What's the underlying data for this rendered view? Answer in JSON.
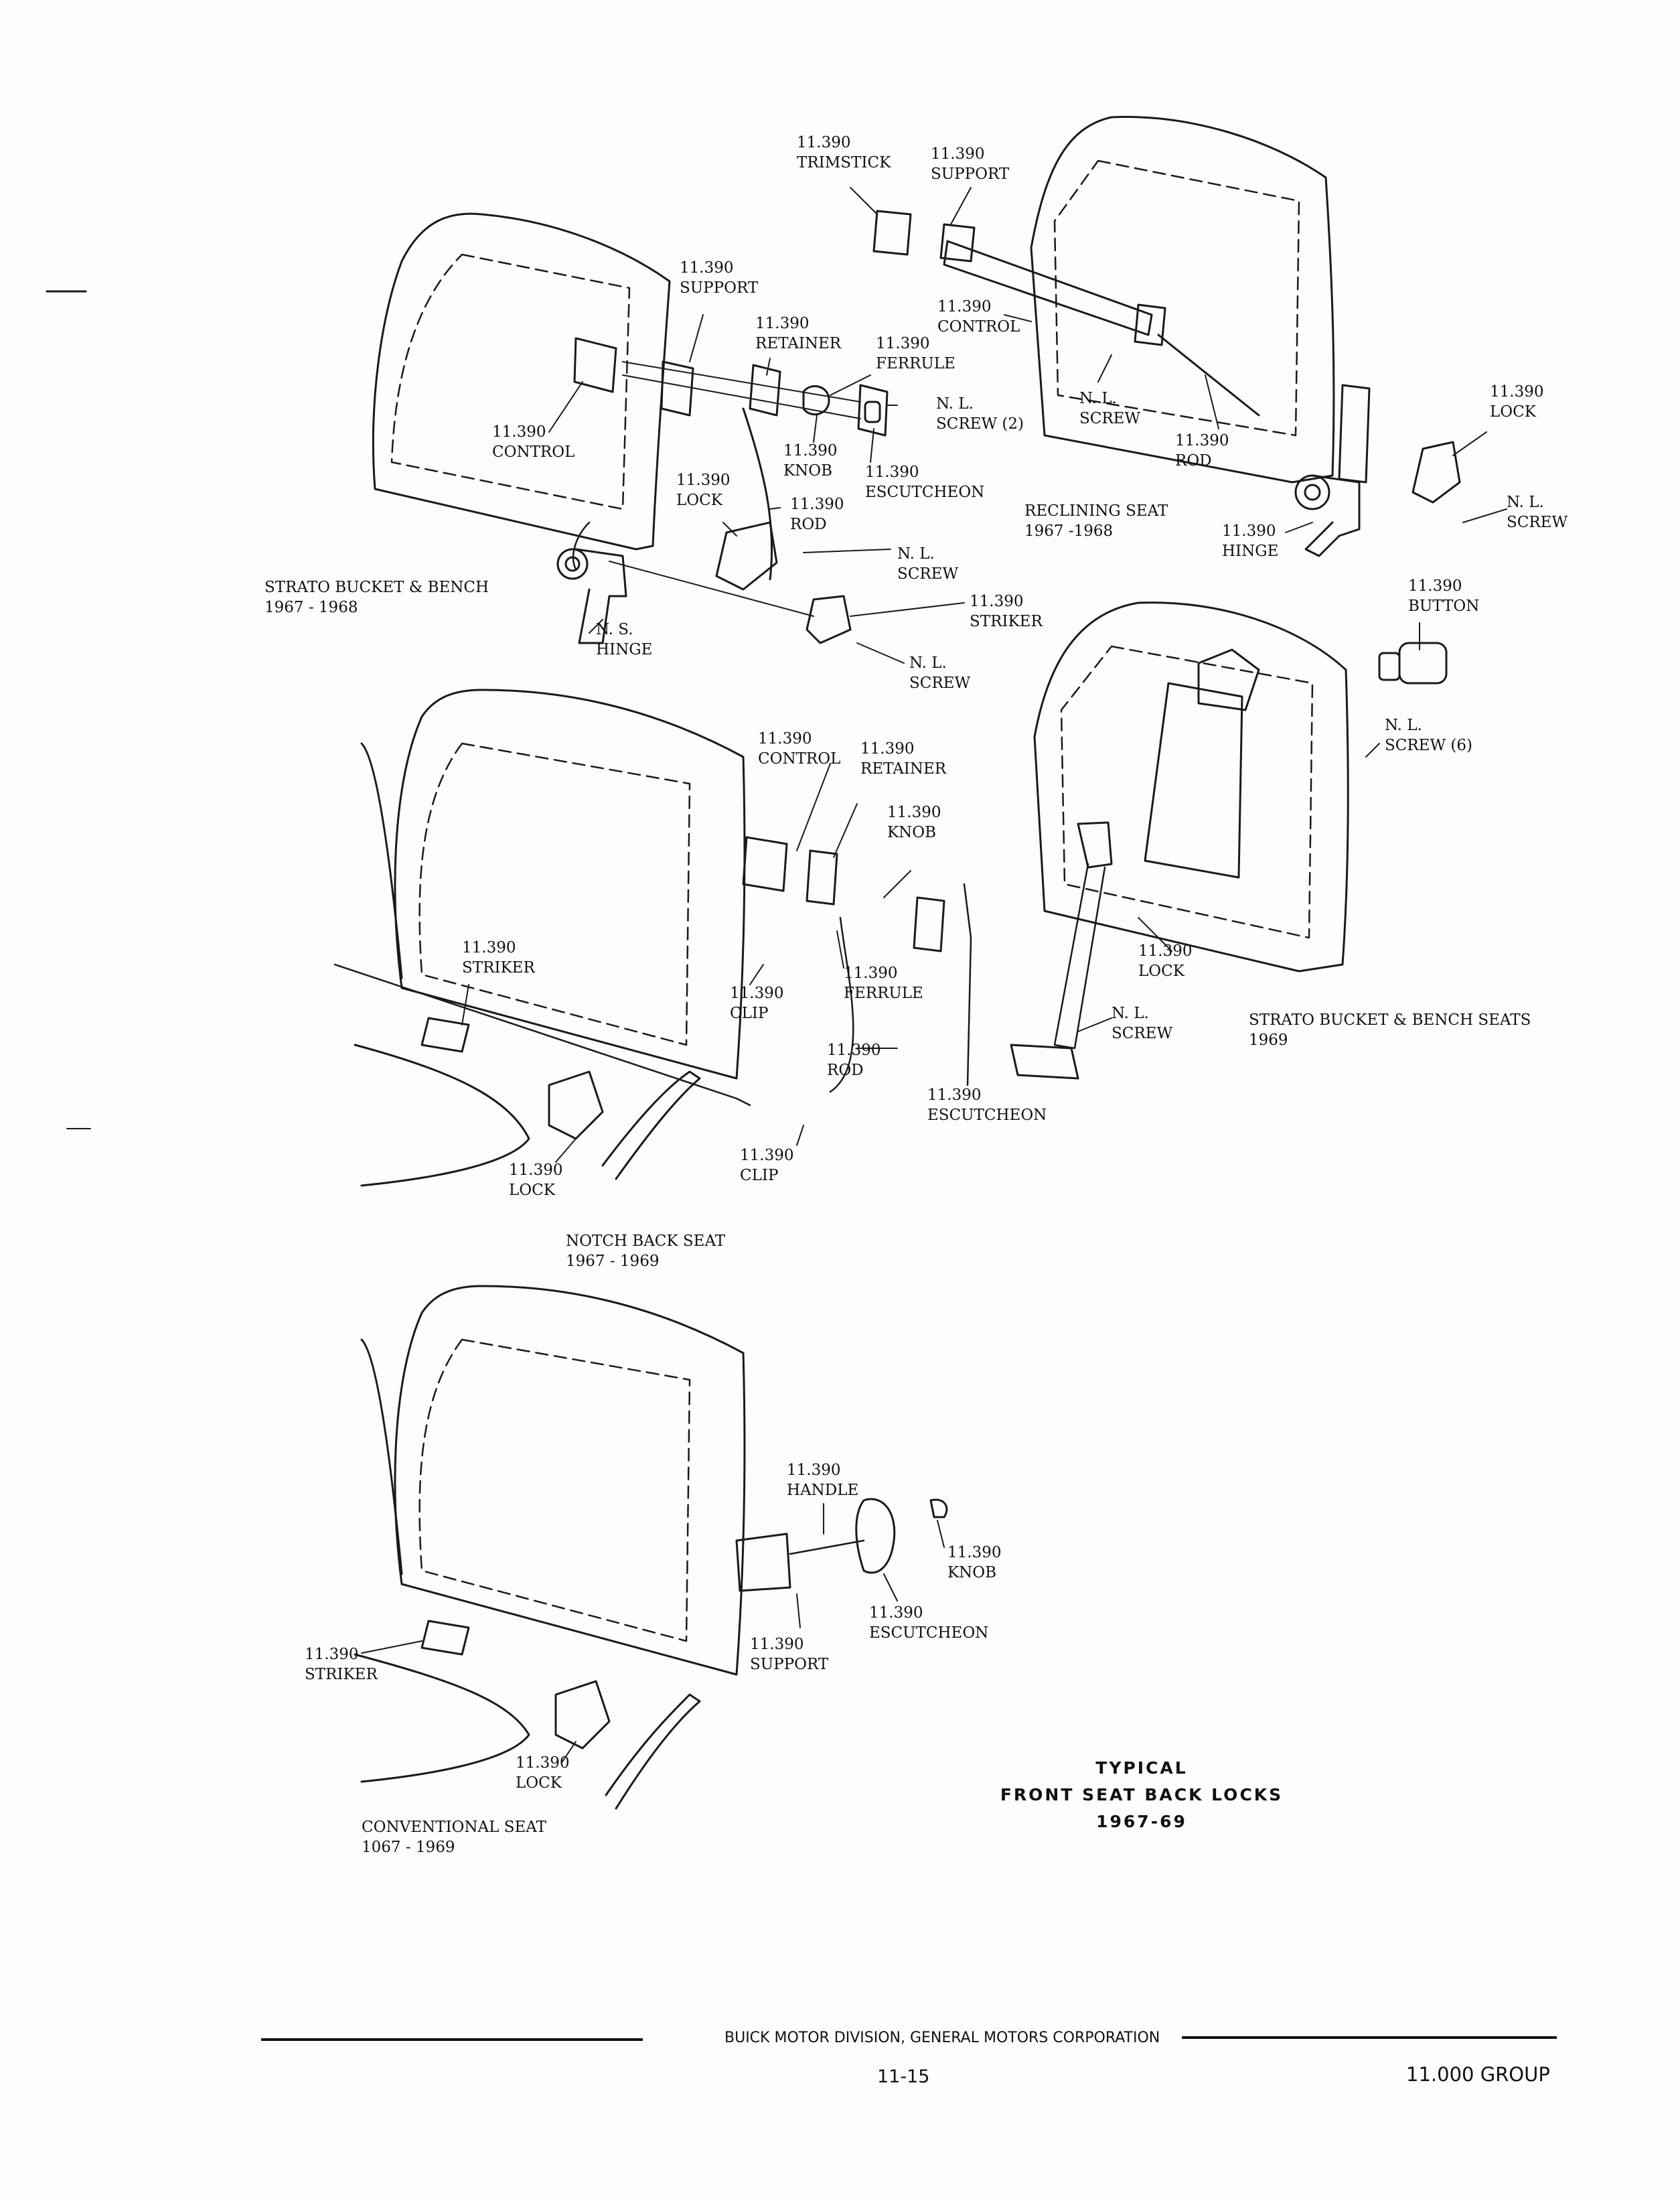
{
  "labels": {
    "trimstick": {
      "num": "11.390",
      "name": "TRIMSTICK"
    },
    "support_rec": {
      "num": "11.390",
      "name": "SUPPORT"
    },
    "control_rec": {
      "num": "11.390",
      "name": "CONTROL"
    },
    "lock_rec": {
      "num": "11.390",
      "name": "LOCK"
    },
    "nl_screw_rec_a": {
      "a": "N. L.",
      "b": "SCREW"
    },
    "rod_rec": {
      "num": "11.390",
      "name": "ROD"
    },
    "nl_screw_rec_b": {
      "a": "N. L.",
      "b": "SCREW"
    },
    "hinge_rec": {
      "num": "11.390",
      "name": "HINGE"
    },
    "reclining_caption": {
      "a": "RECLINING SEAT",
      "b": "1967 -1968"
    },
    "support_sb": {
      "num": "11.390",
      "name": "SUPPORT"
    },
    "retainer_sb": {
      "num": "11.390",
      "name": "RETAINER"
    },
    "ferrule_sb": {
      "num": "11.390",
      "name": "FERRULE"
    },
    "nl_screw2_sb": {
      "a": "N. L.",
      "b": "SCREW (2)"
    },
    "control_sb": {
      "num": "11.390",
      "name": "CONTROL"
    },
    "knob_sb": {
      "num": "11.390",
      "name": "KNOB"
    },
    "escutcheon_sb": {
      "num": "11.390",
      "name": "ESCUTCHEON"
    },
    "lock_sb": {
      "num": "11.390",
      "name": "LOCK"
    },
    "rod_sb": {
      "num": "11.390",
      "name": "ROD"
    },
    "nl_screw_sb_a": {
      "a": "N. L.",
      "b": "SCREW"
    },
    "strato_caption": {
      "a": "STRATO BUCKET & BENCH",
      "b": "1967 - 1968"
    },
    "ns_hinge": {
      "a": "N. S.",
      "b": "HINGE"
    },
    "striker_sb": {
      "num": "11.390",
      "name": "STRIKER"
    },
    "nl_screw_sb_b": {
      "a": "N. L.",
      "b": "SCREW"
    },
    "button_69": {
      "num": "11.390",
      "name": "BUTTON"
    },
    "nl_screw6_69": {
      "a": "N. L.",
      "b": "SCREW (6)"
    },
    "lock_69": {
      "num": "11.390",
      "name": "LOCK"
    },
    "nl_screw_69": {
      "a": "N. L.",
      "b": "SCREW"
    },
    "strato69_caption": {
      "a": "STRATO BUCKET & BENCH SEATS",
      "b": "1969"
    },
    "control_nb": {
      "num": "11.390",
      "name": "CONTROL"
    },
    "retainer_nb": {
      "num": "11.390",
      "name": "RETAINER"
    },
    "knob_nb": {
      "num": "11.390",
      "name": "KNOB"
    },
    "striker_nb": {
      "num": "11.390",
      "name": "STRIKER"
    },
    "clip_nb_a": {
      "num": "11.390",
      "name": "CLIP"
    },
    "ferrule_nb": {
      "num": "11.390",
      "name": "FERRULE"
    },
    "rod_nb": {
      "num": "11.390",
      "name": "ROD"
    },
    "escutcheon_nb": {
      "num": "11.390",
      "name": "ESCUTCHEON"
    },
    "lock_nb": {
      "num": "11.390",
      "name": "LOCK"
    },
    "clip_nb_b": {
      "num": "11.390",
      "name": "CLIP"
    },
    "notch_caption": {
      "a": "NOTCH BACK SEAT",
      "b": "1967 - 1969"
    },
    "handle_cv": {
      "num": "11.390",
      "name": "HANDLE"
    },
    "knob_cv": {
      "num": "11.390",
      "name": "KNOB"
    },
    "escutcheon_cv": {
      "num": "11.390",
      "name": "ESCUTCHEON"
    },
    "support_cv": {
      "num": "11.390",
      "name": "SUPPORT"
    },
    "striker_cv": {
      "num": "11.390",
      "name": "STRIKER"
    },
    "lock_cv": {
      "num": "11.390",
      "name": "LOCK"
    },
    "conventional_caption": {
      "a": "CONVENTIONAL SEAT",
      "b": "1067 - 1969"
    }
  },
  "heading": {
    "line1": "TYPICAL",
    "line2": "FRONT SEAT BACK LOCKS",
    "line3": "1967-69"
  },
  "footer": {
    "division": "BUICK MOTOR DIVISION, GENERAL MOTORS CORPORATION",
    "page": "11-15",
    "group": "11.000 GROUP"
  }
}
